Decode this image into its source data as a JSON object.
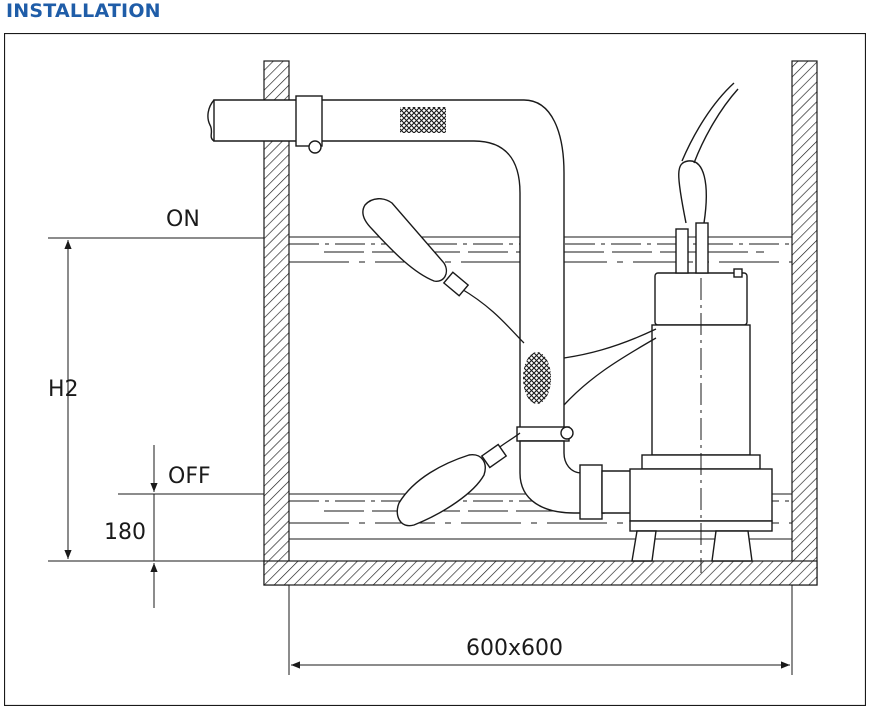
{
  "heading": "INSTALLATION",
  "labels": {
    "on": "ON",
    "off": "OFF",
    "h2": "H2",
    "height_180": "180",
    "pit_size": "600x600"
  },
  "colors": {
    "heading": "#1f5da8",
    "line": "#1a1a1a",
    "background": "#ffffff"
  }
}
